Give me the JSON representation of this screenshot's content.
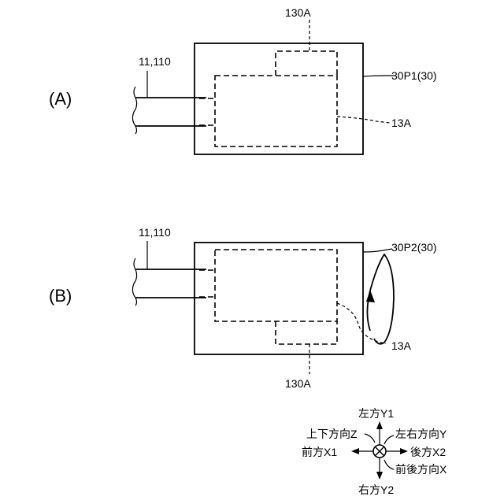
{
  "panel_a": {
    "panel_label": "(A)",
    "cable_label": "11,110",
    "upper_label": "130A",
    "housing_label": "30P1(30)",
    "inner_label": "13A"
  },
  "panel_b": {
    "panel_label": "(B)",
    "cable_label": "11,110",
    "housing_label": "30P2(30)",
    "inner_label": "13A",
    "lower_label": "130A"
  },
  "axes": {
    "top": "左方Y1",
    "bottom": "右方Y2",
    "left": "前方X1",
    "right": "後方X2",
    "vertical_label": "上下方向Z",
    "lr_label": "左右方向Y",
    "fb_label": "前後方向X"
  }
}
